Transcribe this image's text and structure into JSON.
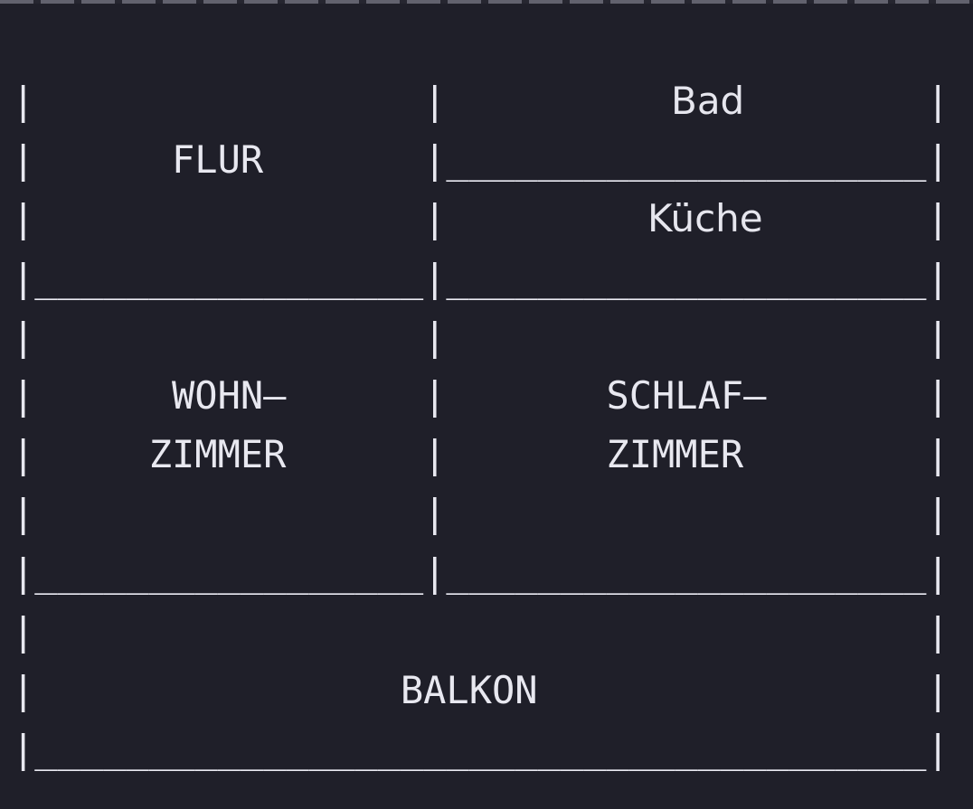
{
  "app": {
    "background_color": "#1f1f29",
    "foreground_color": "#e8e8f0",
    "top_edge_color": "#62626e"
  },
  "floorplan": {
    "rooms": [
      {
        "name": "FLUR"
      },
      {
        "name": "Bad"
      },
      {
        "name": "Küche"
      },
      {
        "name": "WOHN–ZIMMER"
      },
      {
        "name": "SCHLAF–ZIMMER"
      },
      {
        "name": "BALKON"
      }
    ],
    "labels": {
      "bad": "Bad",
      "kueche": "Küche"
    },
    "plan_text": "|                 |                     |\n|      FLUR       |_____________________|\n|                 |                     |\n|_________________|_____________________|\n|                 |                     |\n|      WOHN–      |       SCHLAF–       |\n|     ZIMMER      |       ZIMMER        |\n|                 |                     |\n|_________________|_____________________|\n|                                       |\n|                BALKON                 |\n|_______________________________________|"
  }
}
